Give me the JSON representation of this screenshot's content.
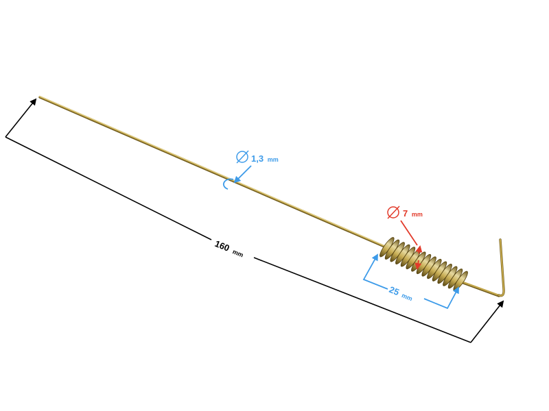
{
  "colors": {
    "background": "#ffffff",
    "wire": "#b89a3a",
    "wire_highlight": "#e6d9a0",
    "wire_shadow": "#6e5a1e",
    "length_annotation": "#000000",
    "wire_diameter_annotation": "#3d9be9",
    "spring_diameter_annotation": "#e23a2a",
    "spring_length_annotation": "#3d9be9"
  },
  "dimensions": {
    "total_length": {
      "value": "160",
      "unit": "mm"
    },
    "wire_diameter": {
      "value": "1,3",
      "unit": "mm"
    },
    "spring_diameter": {
      "value": "7",
      "unit": "mm"
    },
    "spring_length": {
      "value": "25",
      "unit": "mm"
    }
  },
  "icons": {
    "diameter": "diameter-symbol-icon"
  }
}
